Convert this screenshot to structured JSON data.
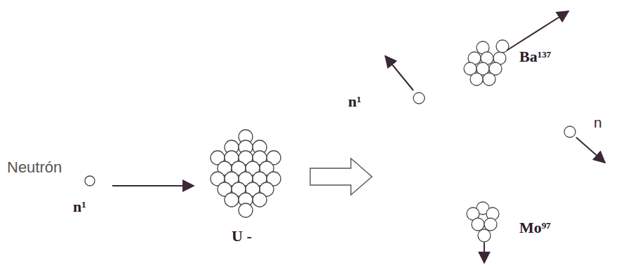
{
  "diagram": {
    "labels": [
      "Neutrón",
      "n¹",
      "U -",
      "n¹",
      "Ba¹³⁷",
      "n",
      "Mo⁹⁷"
    ]
  }
}
